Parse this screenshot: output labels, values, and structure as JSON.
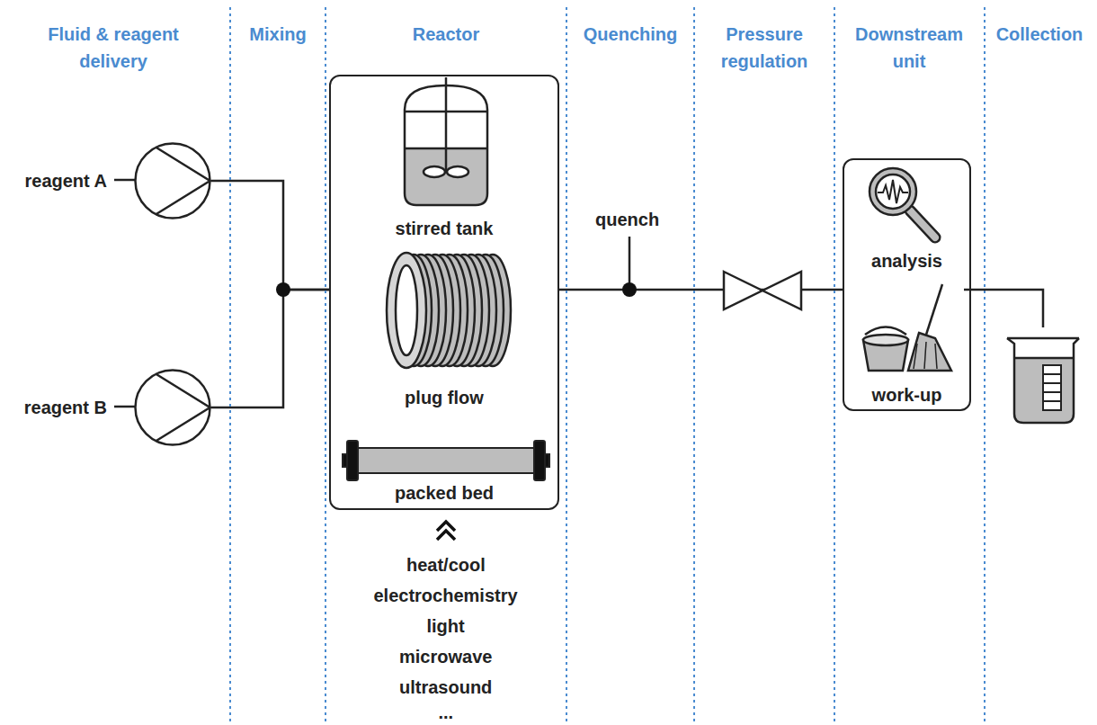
{
  "diagram": {
    "nodes": [
      {
        "text": [
          "reagent A"
        ]
      },
      {
        "text": [
          "reagent B"
        ]
      },
      {
        "text": [
          "stirred tank",
          "plug flow",
          "packed bed"
        ]
      },
      {
        "text": [
          "analysis",
          "work-up"
        ]
      }
    ],
    "edges": [
      {
        "from": 0,
        "to": 2,
        "arrow": "none"
      },
      {
        "from": 1,
        "to": 2,
        "arrow": "none"
      },
      {
        "from": 2,
        "to": 3,
        "arrow": "none"
      }
    ],
    "labels": [
      "Fluid & reagent delivery",
      "Mixing",
      "Reactor",
      "Quenching",
      "Pressure regulation",
      "Downstream unit",
      "Collection",
      "quench",
      "heat/cool",
      "electrochemistry",
      "light",
      "microwave",
      "ultrasound",
      "..."
    ]
  }
}
